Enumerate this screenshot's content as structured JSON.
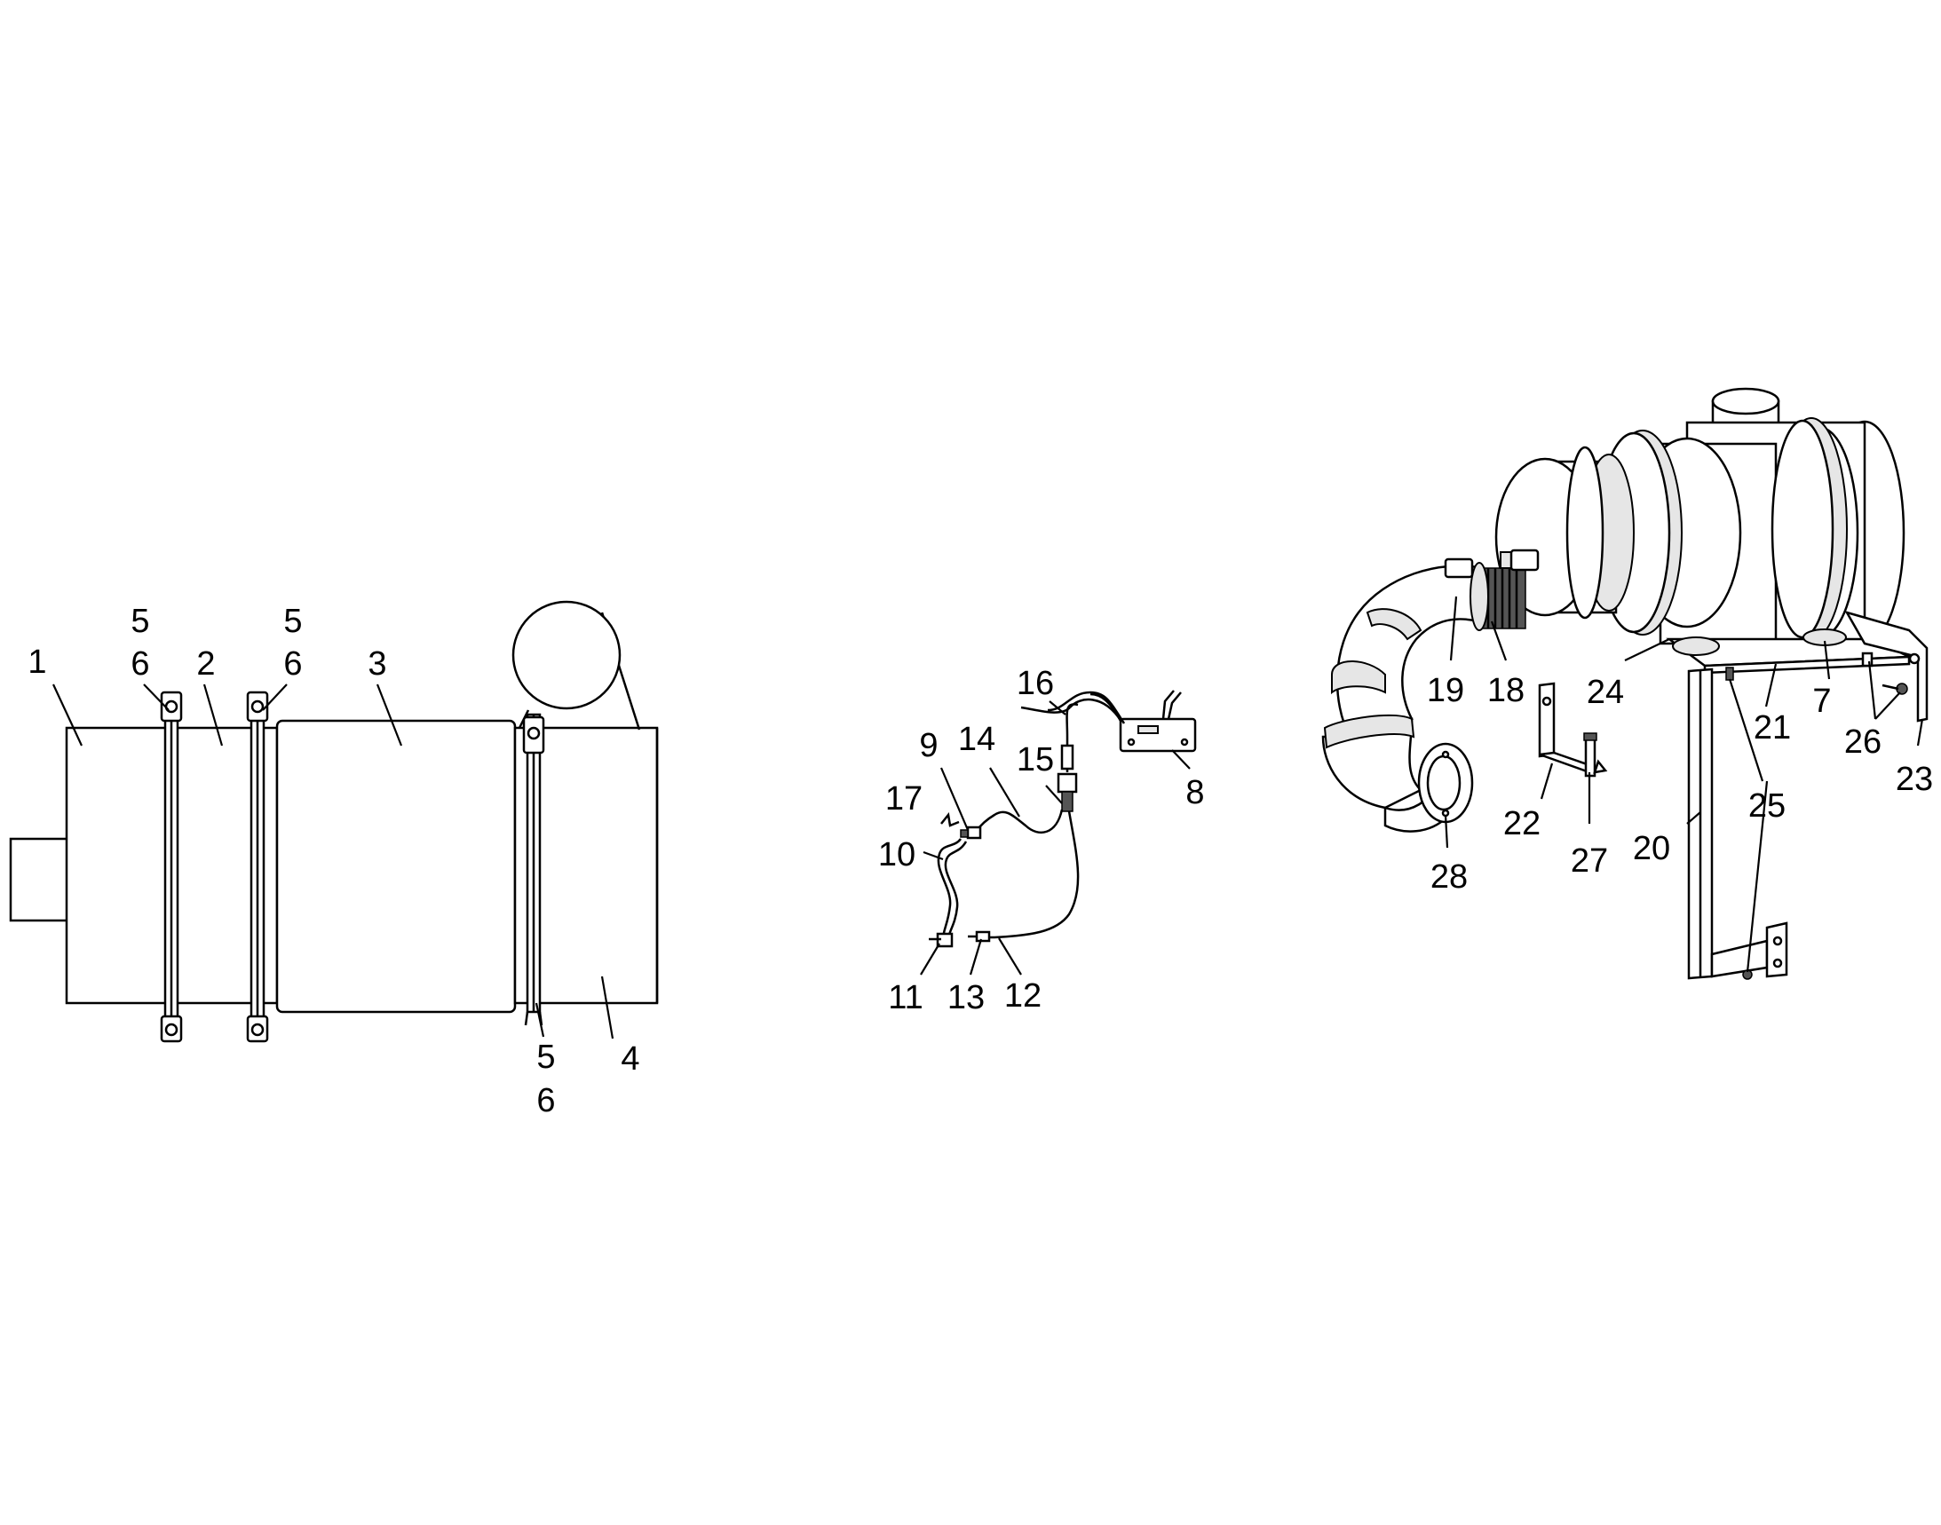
{
  "callouts": {
    "c1": "1",
    "c2": "2",
    "c3": "3",
    "c4": "4",
    "c5a": "5",
    "c6a": "6",
    "c5b": "5",
    "c6b": "6",
    "c5c": "5",
    "c6c": "6",
    "c7": "7",
    "c8": "8",
    "c9": "9",
    "c10": "10",
    "c11": "11",
    "c12": "12",
    "c13": "13",
    "c14": "14",
    "c15": "15",
    "c16": "16",
    "c17": "17",
    "c18": "18",
    "c19": "19",
    "c20": "20",
    "c21": "21",
    "c22": "22",
    "c23": "23",
    "c24": "24",
    "c25": "25",
    "c26": "26",
    "c27": "27",
    "c28": "28"
  }
}
